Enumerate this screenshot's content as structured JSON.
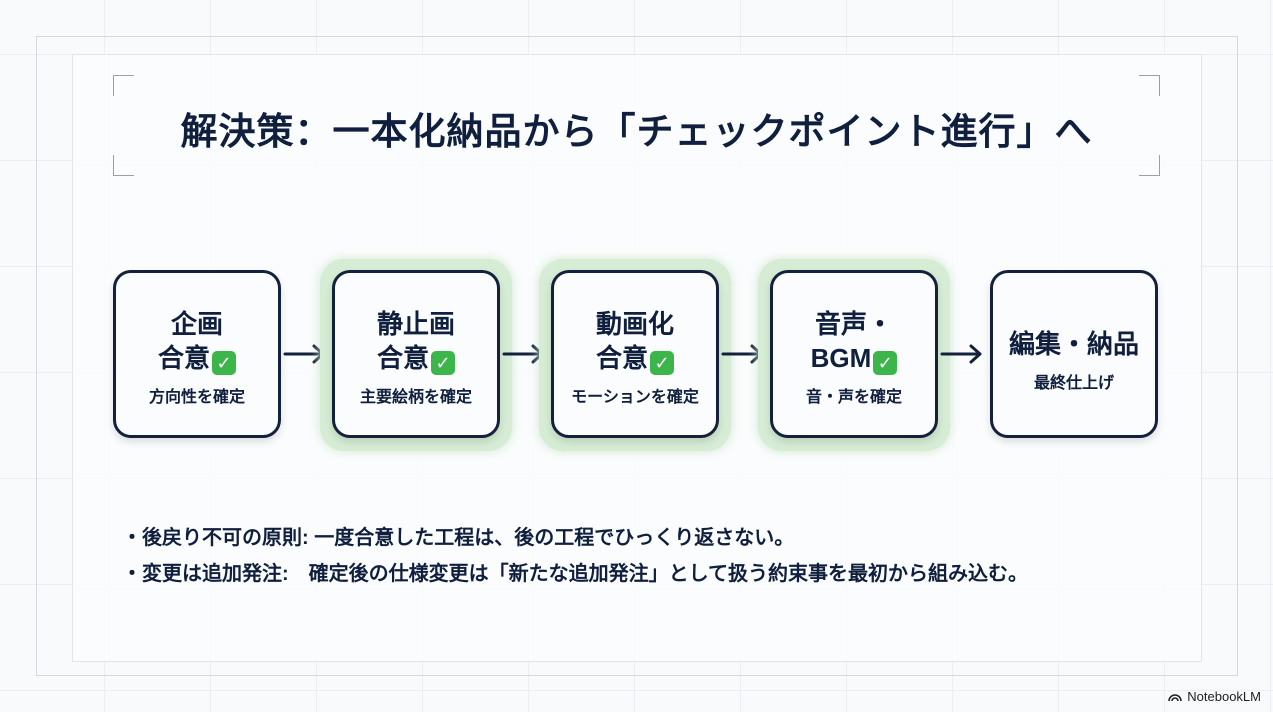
{
  "title": "解決策：一本化納品から「チェックポイント進行」へ",
  "steps": [
    {
      "title": "企画\n合意",
      "check": true,
      "subtitle": "方向性を確定",
      "highlight": false
    },
    {
      "title": "静止画\n合意",
      "check": true,
      "subtitle": "主要絵柄を確定",
      "highlight": true
    },
    {
      "title": "動画化\n合意",
      "check": true,
      "subtitle": "モーションを確定",
      "highlight": true
    },
    {
      "title": "音声・\nBGM",
      "check": true,
      "subtitle": "音・声を確定",
      "highlight": true
    },
    {
      "title": "編集・納品",
      "check": false,
      "subtitle": "最終仕上げ",
      "highlight": false
    }
  ],
  "check_glyph": "✓",
  "bullets": [
    "・後戻り不可の原則: 一度合意した工程は、後の工程でひっくり返さない。",
    "・変更は追加発注:　確定後の仕様変更は「新たな追加発注」として扱う約束事を最初から組み込む。"
  ],
  "brand": "NotebookLM",
  "colors": {
    "navy": "#14213d",
    "glow": "#d6ecd4",
    "check": "#3cb54a"
  }
}
